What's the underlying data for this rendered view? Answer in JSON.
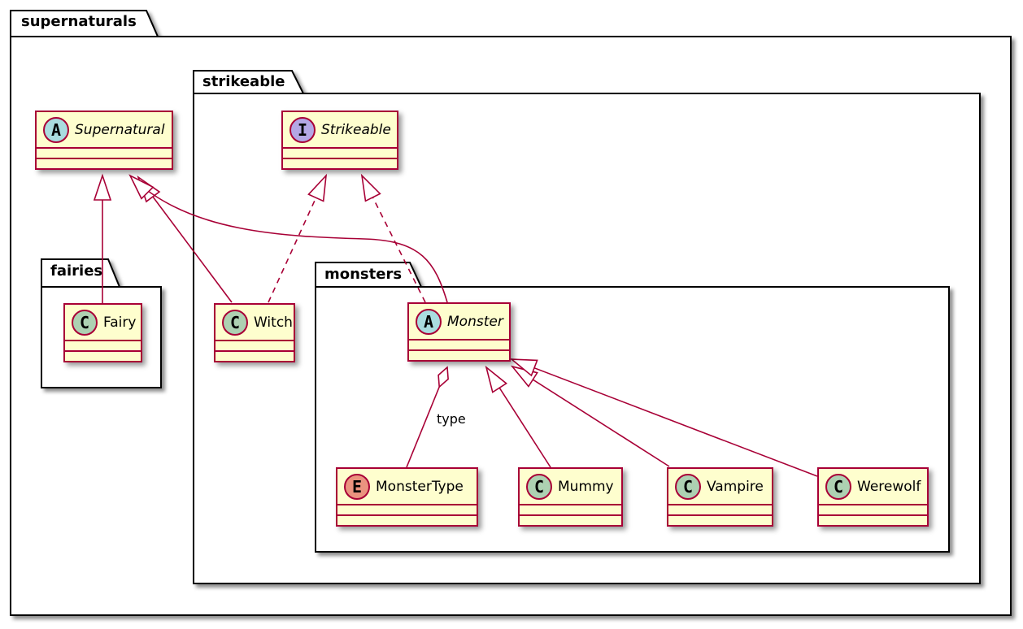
{
  "packages": {
    "supernaturals": {
      "label": "supernaturals"
    },
    "strikeable": {
      "label": "strikeable"
    },
    "fairies": {
      "label": "fairies"
    },
    "monsters": {
      "label": "monsters"
    }
  },
  "classes": {
    "supernatural": {
      "stereotype": "A",
      "name": "Supernatural"
    },
    "strikeable": {
      "stereotype": "I",
      "name": "Strikeable"
    },
    "fairy": {
      "stereotype": "C",
      "name": "Fairy"
    },
    "witch": {
      "stereotype": "C",
      "name": "Witch"
    },
    "monster": {
      "stereotype": "A",
      "name": "Monster"
    },
    "monster_type": {
      "stereotype": "E",
      "name": "MonsterType"
    },
    "mummy": {
      "stereotype": "C",
      "name": "Mummy"
    },
    "vampire": {
      "stereotype": "C",
      "name": "Vampire"
    },
    "werewolf": {
      "stereotype": "C",
      "name": "Werewolf"
    }
  },
  "edge_labels": {
    "type": "type"
  },
  "relationships": [
    {
      "from": "Fairy",
      "to": "Supernatural",
      "kind": "extends (solid, hollow triangle)"
    },
    {
      "from": "Witch",
      "to": "Supernatural",
      "kind": "extends (solid, hollow triangle)"
    },
    {
      "from": "Monster",
      "to": "Supernatural",
      "kind": "extends (solid curved, hollow triangle)"
    },
    {
      "from": "Witch",
      "to": "Strikeable",
      "kind": "implements (dashed, hollow triangle)"
    },
    {
      "from": "Monster",
      "to": "Strikeable",
      "kind": "implements (dashed, hollow triangle)"
    },
    {
      "from": "Mummy",
      "to": "Monster",
      "kind": "extends (solid, hollow triangle)"
    },
    {
      "from": "Vampire",
      "to": "Monster",
      "kind": "extends (solid, hollow triangle)"
    },
    {
      "from": "Werewolf",
      "to": "Monster",
      "kind": "extends (solid, hollow triangle)"
    },
    {
      "from": "Monster",
      "to": "MonsterType",
      "kind": "aggregation (open diamond)",
      "label": "type"
    }
  ],
  "colors": {
    "class_fill": "#FEFECE",
    "class_border": "#A80036",
    "relation_line": "#A80036",
    "package_border": "#000000",
    "package_fill": "#FFFFFF",
    "abstract_circle": "#A9DCDF",
    "interface_circle": "#B4A7E5",
    "class_circle": "#ADD1B2",
    "enum_circle": "#EB937F"
  }
}
